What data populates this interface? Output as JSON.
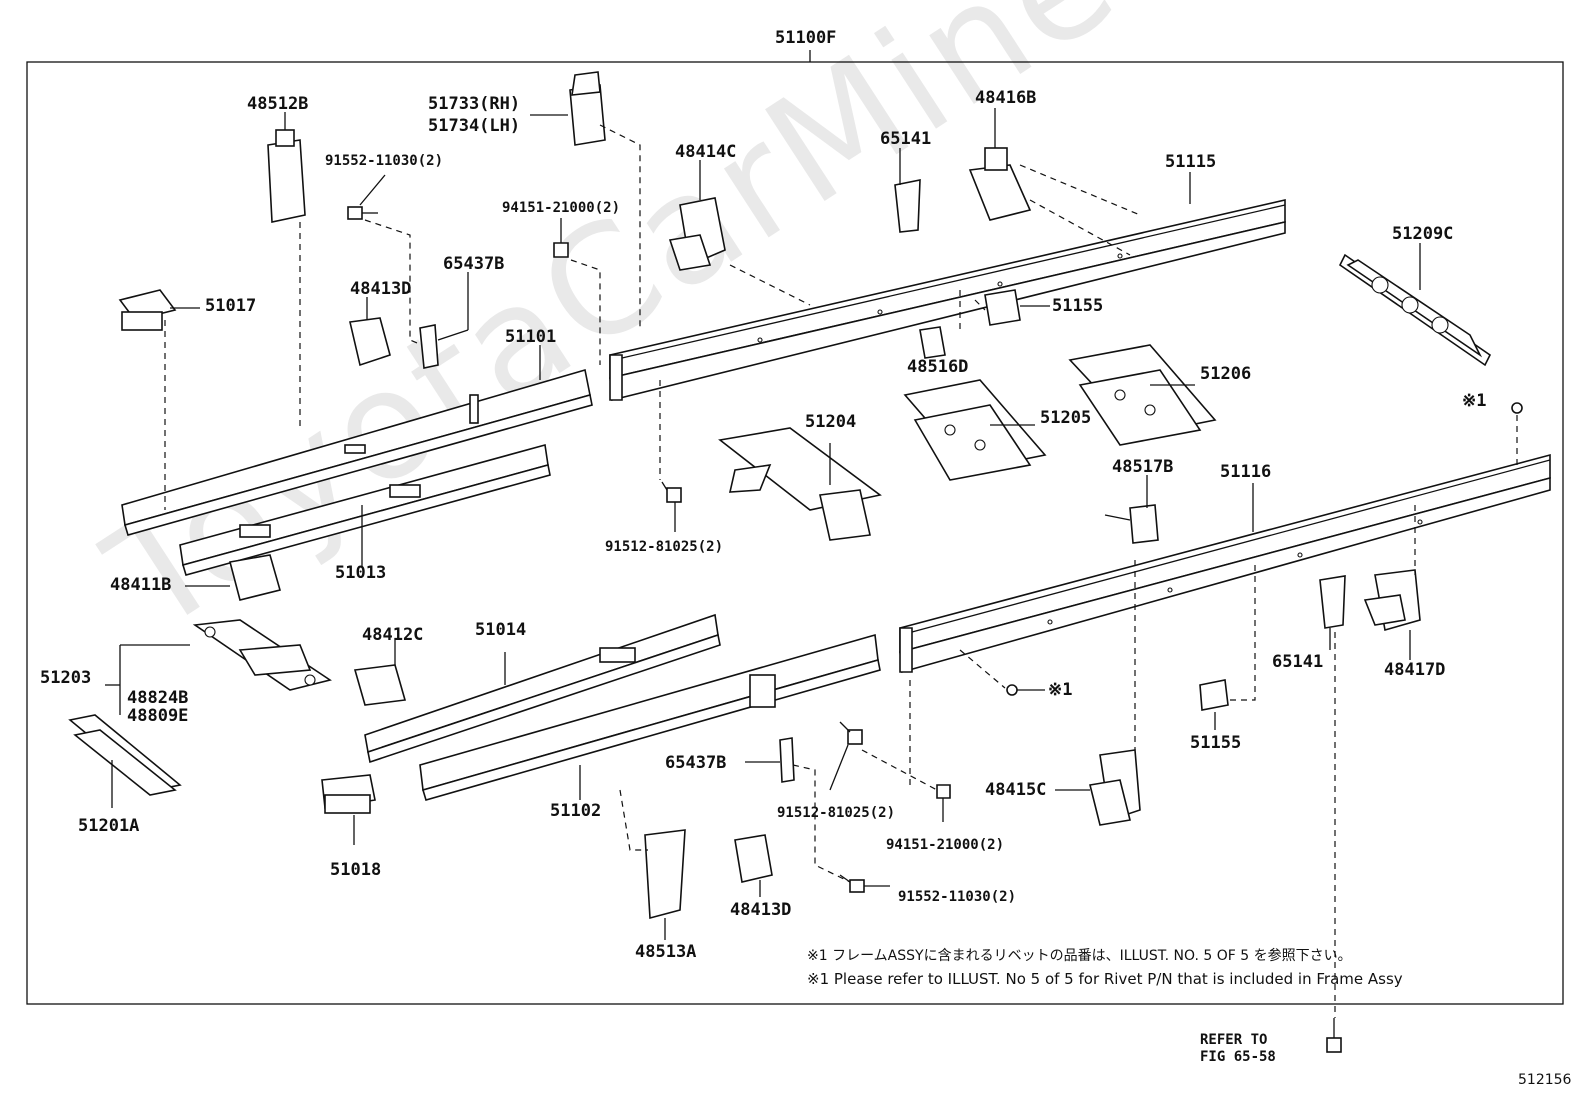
{
  "assembly": "51100F",
  "figure_number": "512156",
  "watermark": "ToyotaCarMine.ru",
  "refer_to": {
    "line1": "REFER TO",
    "line2": "FIG 65-58"
  },
  "notes": {
    "japanese": "※1 フレームASSYに含まれるリベットの品番は、ILLUST. NO. 5  OF  5 を参照下さい。",
    "english": "※1 Please refer to ILLUST. No 5 of 5 for Rivet P/N that is included in Frame Assy"
  },
  "labels": {
    "l48512B": "48512B",
    "l51733": "51733(RH)",
    "l51734": "51734(LH)",
    "l48416B": "48416B",
    "l65141a": "65141",
    "l48414C": "48414C",
    "l91552a": "91552-11030(2)",
    "l94151a": "94151-21000(2)",
    "l51115": "51115",
    "l51209C": "51209C",
    "l65437Ba": "65437B",
    "l48413Da": "48413D",
    "l51017": "51017",
    "l51101": "51101",
    "l51155a": "51155",
    "l48516D": "48516D",
    "l51206": "51206",
    "l51204": "51204",
    "l51205": "51205",
    "lmark1a": "※1",
    "l48517B": "48517B",
    "l51116": "51116",
    "l51013": "51013",
    "l91512a": "91512-81025(2)",
    "l48411B": "48411B",
    "l48412C": "48412C",
    "l51014": "51014",
    "l51203": "51203",
    "l48824B": "48824B",
    "l48809E": "48809E",
    "l65141b": "65141",
    "l48417D": "48417D",
    "lmark1b": "※1",
    "l51155b": "51155",
    "l65437Bb": "65437B",
    "l51201A": "51201A",
    "l51102": "51102",
    "l91512b": "91512-81025(2)",
    "l48415C": "48415C",
    "l94151b": "94151-21000(2)",
    "l51018": "51018",
    "l91552b": "91552-11030(2)",
    "l48413Db": "48413D",
    "l48513A": "48513A"
  }
}
